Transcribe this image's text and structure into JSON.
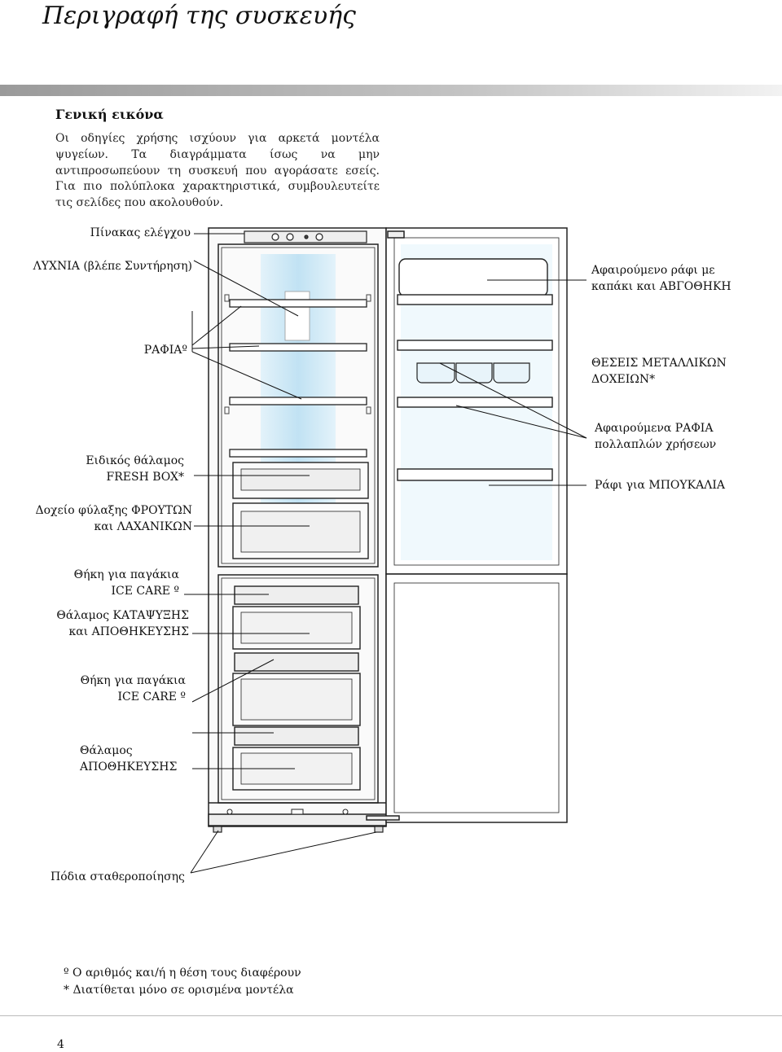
{
  "page": {
    "title": "Περιγραφή της συσκευής",
    "section_title": "Γενική εικόνα",
    "intro": "Οι οδηγίες χρήσης ισχύουν για αρκετά μοντέλα ψυγείων. Τα διαγράμματα ίσως να μην αντιπροσωπεύουν τη συσκευή που αγοράσατε εσείς. Για πιο πολύπλοκα χαρακτηριστικά, συμβουλευτείτε τις σελίδες που ακολουθούν.",
    "page_number": "4"
  },
  "labels": {
    "control_panel": "Πίνακας ελέγχου",
    "lamp": "ΛΥΧΝΙΑ (βλέπε Συντήρηση)",
    "shelves": "ΡΑΦΙΑº",
    "fresh_box_1": "Ειδικός θάλαμος",
    "fresh_box_2": "FRESH BOX*",
    "crisper_1": "Δοχείο φύλαξης ΦΡΟΥΤΩΝ",
    "crisper_2": "και ΛΑΧΑΝΙΚΩΝ",
    "ice_care_top_1": "Θήκη για παγάκια",
    "ice_care_top_2": "ICE CARE º",
    "freezer_1": "Θάλαμος ΚΑΤΑΨΥΞΗΣ",
    "freezer_2": "και ΑΠΟΘΗΚΕΥΣΗΣ",
    "ice_care_bottom_1": "Θήκη για παγάκια",
    "ice_care_bottom_2": "ICE CARE º",
    "storage_1": "Θάλαμος",
    "storage_2": "ΑΠΟΘΗΚΕΥΣΗΣ",
    "feet": "Πόδια σταθεροποίησης",
    "door_shelf_lid_1": "Αφαιρούμενο ράφι με",
    "door_shelf_lid_2": "καπάκι και ΑΒΓΟΘΗΚΗ",
    "metal_containers_1": "ΘΕΣΕΙΣ ΜΕΤΑΛΛΙΚΩΝ",
    "metal_containers_2": "ΔΟΧΕΙΩΝ*",
    "multi_shelves_1": "Αφαιρούμενα ΡΑΦΙΑ",
    "multi_shelves_2": "πολλαπλών χρήσεων",
    "bottle_shelf": "Ράφι για ΜΠΟΥΚΑΛΙΑ"
  },
  "footnotes": {
    "note_1": "º  Ο αριθμός και/ή η θέση τους διαφέρουν",
    "note_2": "* Διατίθεται μόνο σε ορισμένα μοντέλα"
  },
  "colors": {
    "title_bar_dark": "#9a9a9a",
    "title_bar_light": "#f2f2f2",
    "cooling_blue": "#bfe2f3"
  }
}
